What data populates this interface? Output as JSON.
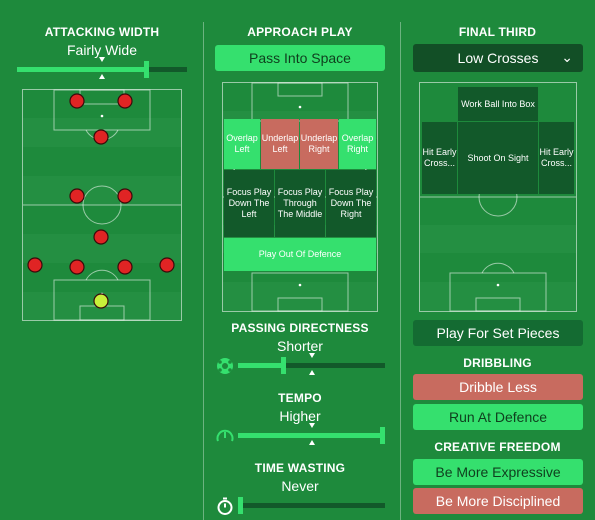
{
  "col1": {
    "heading": "ATTACKING WIDTH",
    "value": "Fairly Wide",
    "width_level": 0.77,
    "player_colors": {
      "outfield": "#e02424",
      "goalkeeper": "#c8f03a"
    }
  },
  "col2": {
    "heading": "APPROACH PLAY",
    "approach_button": "Pass Into Space",
    "zones": {
      "overlap_left": "Overlap Left",
      "underlap_left": "Underlap Left",
      "underlap_right": "Underlap Right",
      "overlap_right": "Overlap Right",
      "focus_left": "Focus Play Down The Left",
      "focus_middle": "Focus Play Through The Middle",
      "focus_right": "Focus Play Down The Right",
      "play_out": "Play Out Of Defence"
    },
    "passing": {
      "heading": "PASSING DIRECTNESS",
      "value": "Shorter",
      "icon": "football-icon",
      "level": 0.3
    },
    "tempo": {
      "heading": "TEMPO",
      "value": "Higher",
      "icon": "tempo-gauge-icon",
      "level": 1.0
    },
    "time_wasting": {
      "heading": "TIME WASTING",
      "value": "Never",
      "icon": "stopwatch-icon",
      "level": 0.0
    }
  },
  "col3": {
    "heading": "FINAL THIRD",
    "dropdown_value": "Low Crosses",
    "zones": {
      "work_ball": "Work Ball Into Box",
      "hit_early_left": "Hit Early Cross...",
      "shoot_on_sight": "Shoot On Sight",
      "hit_early_right": "Hit Early Cross..."
    },
    "set_pieces_button": "Play For Set Pieces",
    "dribbling_heading": "DRIBBLING",
    "dribble_less": "Dribble Less",
    "run_at_defence": "Run At Defence",
    "creative_heading": "CREATIVE FREEDOM",
    "more_expressive": "Be More Expressive",
    "more_disciplined": "Be More Disciplined"
  },
  "colors": {
    "background": "#1e8a3c",
    "accent_green": "#35e06e",
    "accent_red": "#c86b5f",
    "dark_green": "#124f26"
  }
}
